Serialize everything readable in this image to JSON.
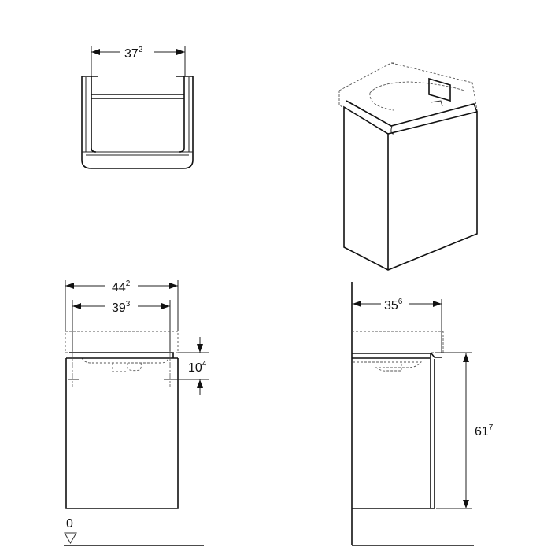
{
  "dimensions": {
    "top_width": {
      "value": "37",
      "decimal": "2"
    },
    "front_overall_width": {
      "value": "44",
      "decimal": "2"
    },
    "front_inner_width": {
      "value": "39",
      "decimal": "3"
    },
    "front_height_offset": {
      "value": "10",
      "decimal": "4"
    },
    "side_depth": {
      "value": "35",
      "decimal": "6"
    },
    "side_height": {
      "value": "61",
      "decimal": "7"
    }
  },
  "floor_level": "0",
  "colors": {
    "line": "#111111",
    "background": "#ffffff"
  }
}
